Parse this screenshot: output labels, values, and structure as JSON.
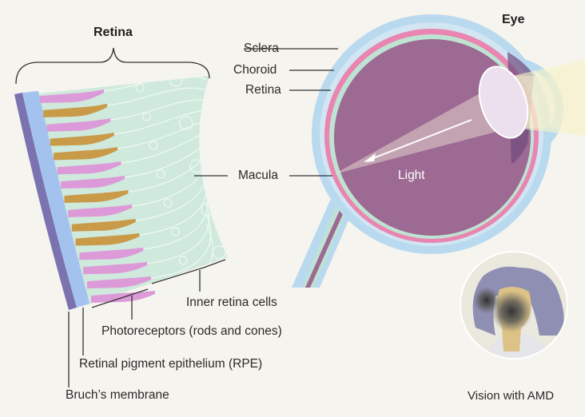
{
  "titles": {
    "retina": "Retina",
    "eye": "Eye"
  },
  "eye_labels": {
    "sclera": "Sclera",
    "choroid": "Choroid",
    "retina": "Retina",
    "macula": "Macula",
    "light": "Light"
  },
  "retina_labels": {
    "inner": "Inner retina cells",
    "photoreceptors": "Photoreceptors (rods and cones)",
    "rpe": "Retinal pigment epithelium (RPE)",
    "bruch": "Bruch’s membrane"
  },
  "inset": {
    "caption": "Vision with AMD"
  },
  "photoreceptor_types": [
    "rod",
    "cone",
    "rod",
    "cone",
    "cone",
    "rod",
    "rod",
    "cone",
    "rod",
    "cone",
    "cone",
    "rod",
    "rod",
    "rod",
    "rod"
  ],
  "colors": {
    "sclera": "#b9d9ef",
    "choroid": "#e985b0",
    "retina": "#bfe3d2",
    "vitreous": "#9c6a93",
    "rod": "#dd9ad8",
    "cone": "#c99a48",
    "rpe": "#a3c3ee",
    "bruch": "#7b72b0"
  }
}
